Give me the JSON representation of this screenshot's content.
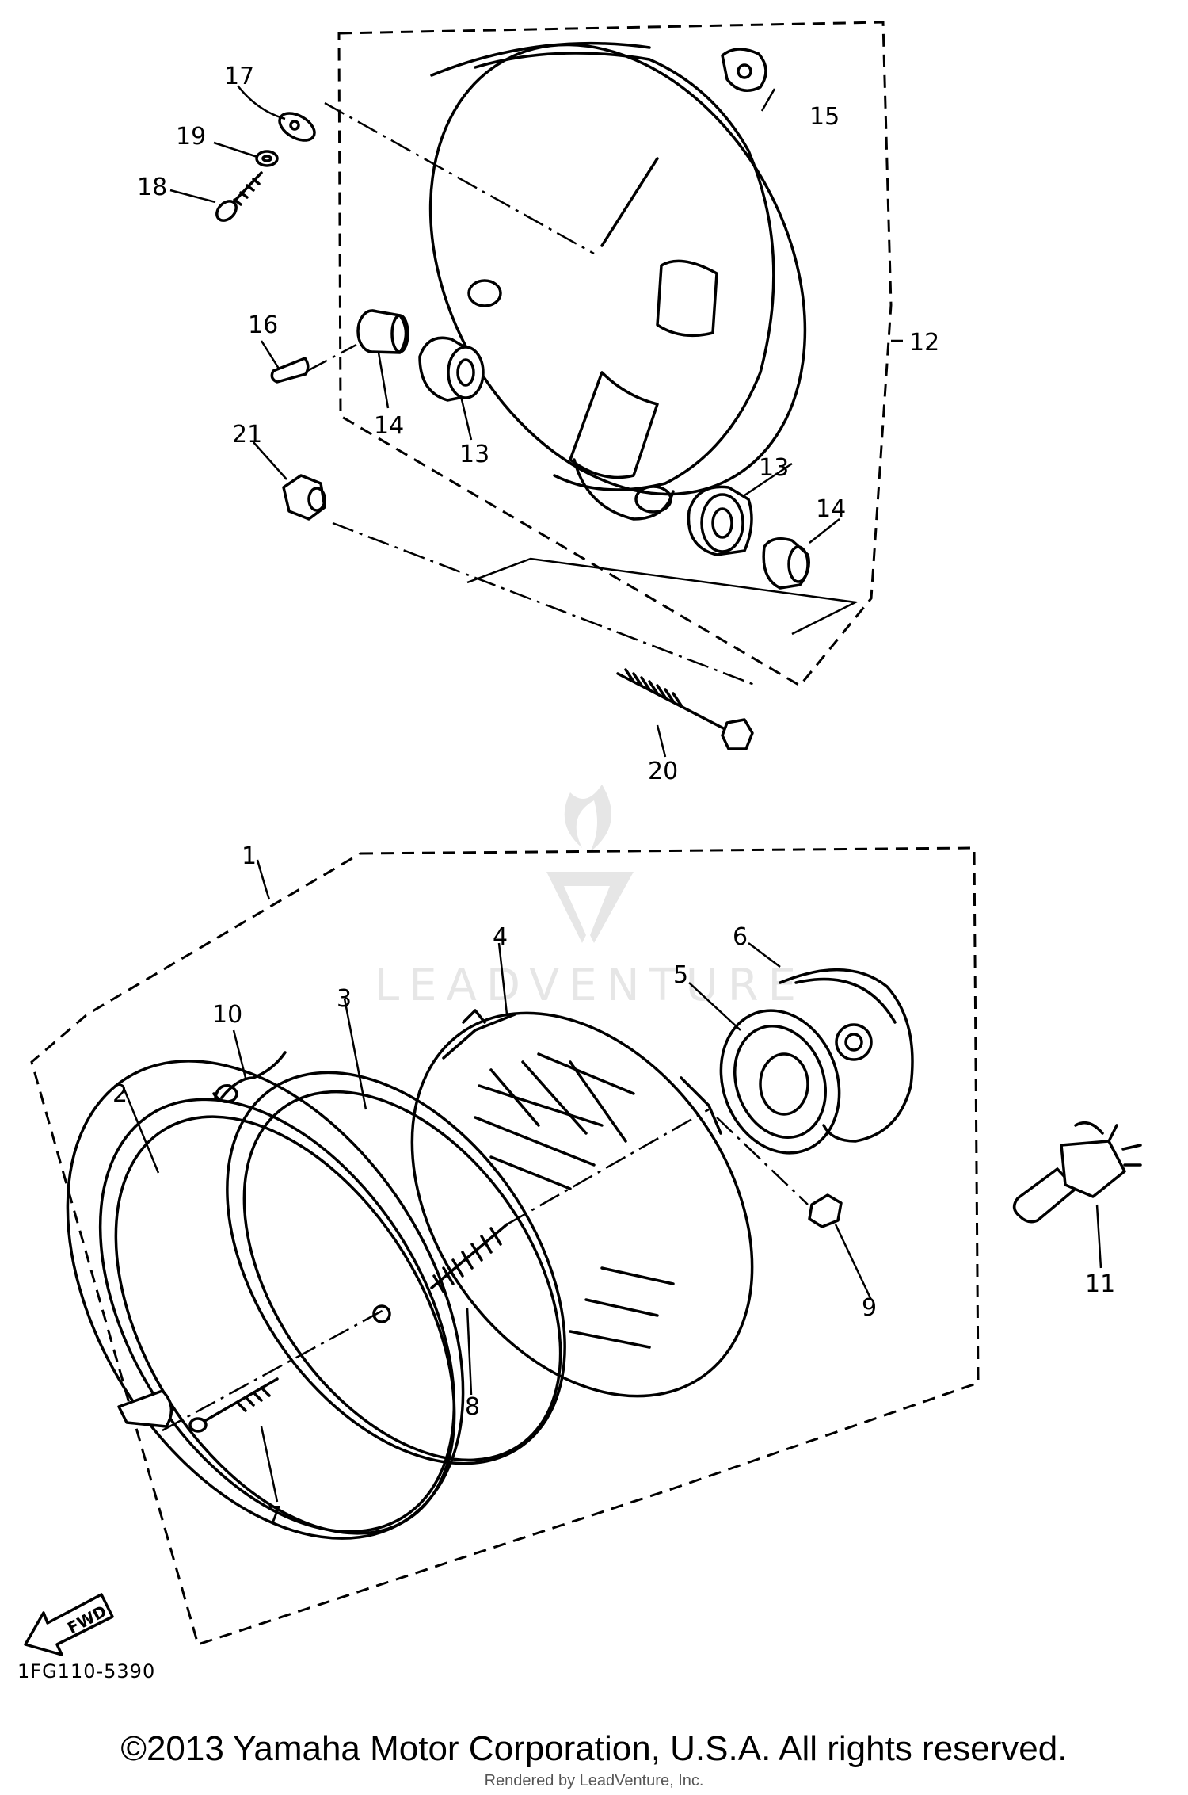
{
  "diagram": {
    "code": "1FG110-5390",
    "front_arrow_label": "FWD",
    "watermark": "LEADVENTURE",
    "callouts": {
      "p1": "1",
      "p2": "2",
      "p3": "3",
      "p4": "4",
      "p5": "5",
      "p6": "6",
      "p7": "7",
      "p8": "8",
      "p9": "9",
      "p10": "10",
      "p11": "11",
      "p12": "12",
      "p13a": "13",
      "p13b": "13",
      "p14a": "14",
      "p14b": "14",
      "p15": "15",
      "p16": "16",
      "p17": "17",
      "p18": "18",
      "p19": "19",
      "p20": "20",
      "p21": "21"
    }
  },
  "footer": {
    "copyright": "©2013 Yamaha Motor Corporation, U.S.A. All rights reserved.",
    "rendered_by": "Rendered by LeadVenture, Inc."
  }
}
